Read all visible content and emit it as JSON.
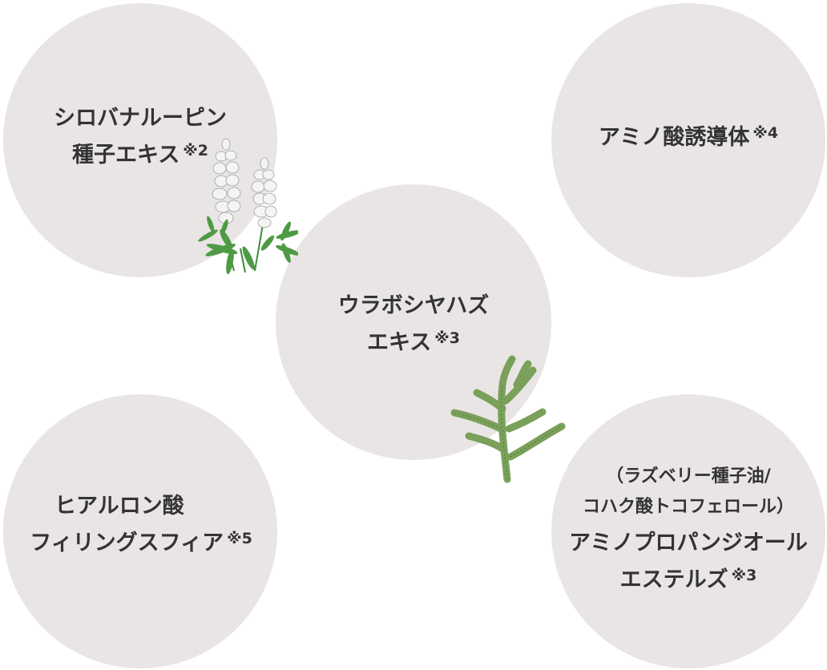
{
  "colors": {
    "circle_fill": "#e9e5e5",
    "text": "#333333",
    "lupin_leaf": "#3f8a3a",
    "lupin_flower": "#f2f2f2",
    "seaweed": "#7aa05a"
  },
  "ingredients": [
    {
      "line1": "シロバナルーピン",
      "line2": "種子エキス",
      "note": "※2",
      "illustration": "lupin-flower-icon"
    },
    {
      "line1": "アミノ酸誘導体",
      "note": "※4"
    },
    {
      "line1": "ウラボシヤハズ",
      "line2": "エキス",
      "note": "※3",
      "illustration": "fern-frond-icon"
    },
    {
      "line1": "ヒアルロン酸",
      "line2": "フィリングスフィア",
      "note": "※5"
    },
    {
      "line1": "（ラズベリー種子油/",
      "line2": "コハク酸トコフェロール）",
      "line3": "アミノプロパンジオール",
      "line4": "エステルズ",
      "note": "※3"
    }
  ]
}
